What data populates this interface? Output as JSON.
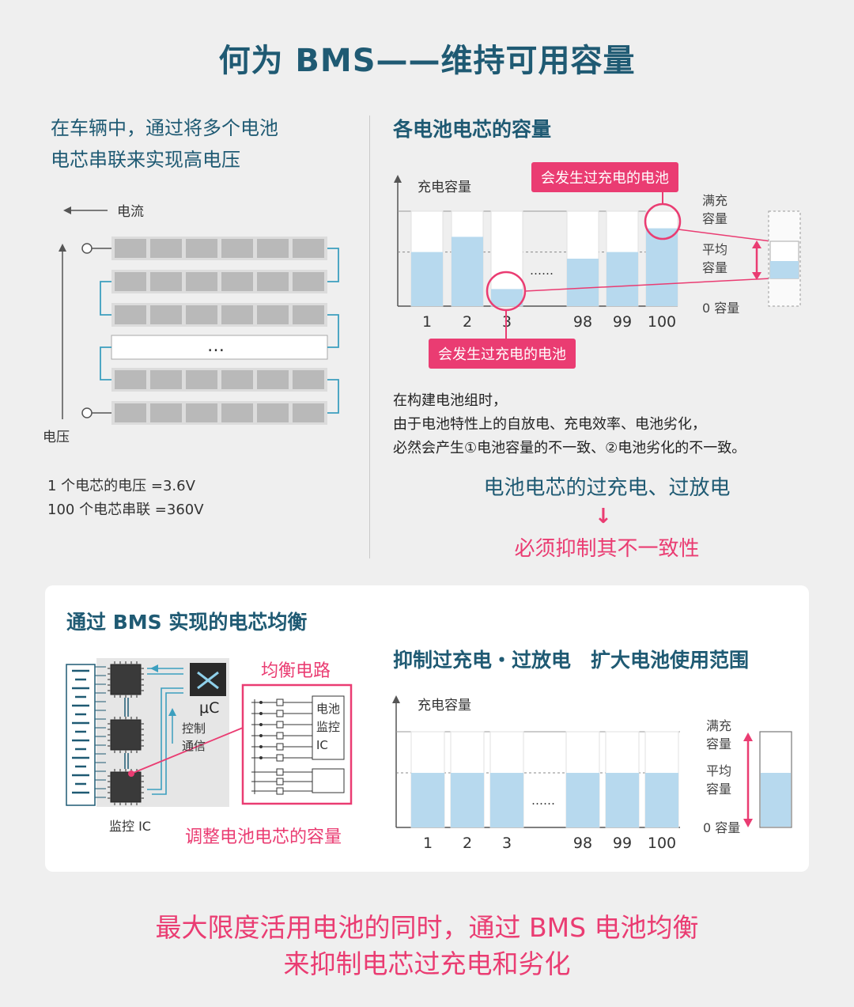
{
  "title": "何为 BMS——维持可用容量",
  "intro": {
    "line1": "在车辆中，通过将多个电池",
    "line2": "电芯串联来实现高电压",
    "current_label": "电流",
    "voltage_label": "电压",
    "spec1": "1 个电芯的电压 =3.6V",
    "spec2": "100 个电芯串联 =360V",
    "ellipsis": "…"
  },
  "capacity": {
    "title": "各电池电芯的容量",
    "axis_title": "充电容量",
    "tag_top": "会发生过充电的电池",
    "tag_bottom": "会发生过充电的电池",
    "full": [
      "满充",
      "容量"
    ],
    "avg": [
      "平均",
      "容量"
    ],
    "zero": "0 容量",
    "dots": "……",
    "categories": [
      "1",
      "2",
      "3",
      "98",
      "99",
      "100"
    ]
  },
  "explain": {
    "line1": "在构建电池组时，",
    "line2": "由于电池特性上的自放电、充电效率、电池劣化，",
    "line3": "必然会产生①电池容量的不一致、②电池劣化的不一致。",
    "issue": "电池电芯的过充电、过放电",
    "arrow": "↓",
    "must": "必须抑制其不一致性"
  },
  "bms": {
    "title": "通过 BMS 实现的电芯均衡",
    "balance_circuit": "均衡电路",
    "adjust": "调整电池电芯的容量",
    "monitor_ic": "监控 IC",
    "uc": "μC",
    "control": [
      "控制",
      "通信"
    ],
    "battery_ic": [
      "电池",
      "监控",
      "IC"
    ]
  },
  "balanced": {
    "title": "抑制过充电・过放电　扩大电池使用范围",
    "axis_title": "充电容量",
    "full": [
      "满充",
      "容量"
    ],
    "avg": [
      "平均",
      "容量"
    ],
    "zero": "0 容量",
    "dots": "……",
    "categories": [
      "1",
      "2",
      "3",
      "98",
      "99",
      "100"
    ]
  },
  "footer": {
    "line1": "最大限度活用电池的同时，通过 BMS 电池均衡",
    "line2": "来抑制电芯过充电和劣化"
  },
  "colors": {
    "accent_pink": "#ea3c72",
    "title_blue": "#1f5a73",
    "bar_blue": "#b7d9ee",
    "link_teal": "#3c9fbf"
  },
  "chart_data": [
    {
      "type": "bar",
      "title": "各电池电芯的容量",
      "ylabel": "充电容量",
      "categories": [
        "1",
        "2",
        "3",
        "98",
        "99",
        "100"
      ],
      "values": [
        57,
        73,
        18,
        50,
        57,
        82
      ],
      "ylim": [
        0,
        100
      ],
      "reference_lines": {
        "full": 100,
        "average": 57
      }
    },
    {
      "type": "bar",
      "title": "抑制过充电・过放电　扩大电池使用范围",
      "ylabel": "充电容量",
      "categories": [
        "1",
        "2",
        "3",
        "98",
        "99",
        "100"
      ],
      "values": [
        57,
        57,
        57,
        57,
        57,
        57
      ],
      "ylim": [
        0,
        100
      ],
      "reference_lines": {
        "full": 100,
        "average": 57
      }
    }
  ]
}
